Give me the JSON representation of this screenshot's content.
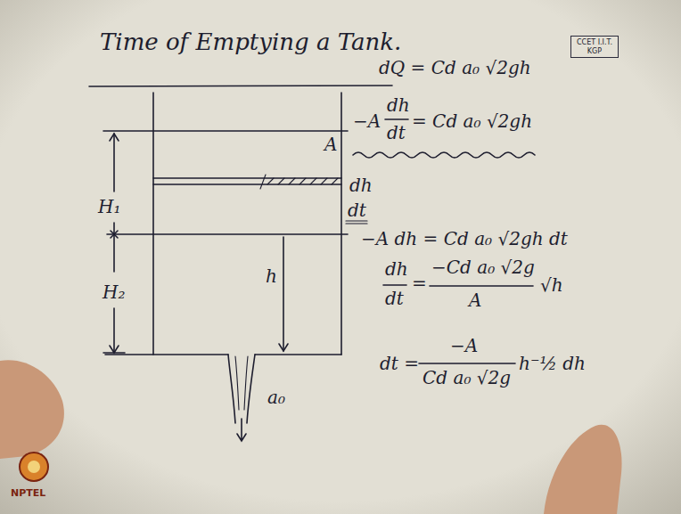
{
  "diagram": {
    "title": "Time of Emptying a Tank.",
    "nodes": [
      {
        "text": [
          "CCET I.I.T. KGP"
        ]
      }
    ],
    "labels": [
      "dQ = Cd a₀ √2gh",
      "A",
      "−A",
      "dh",
      "dt",
      "= Cd a₀ √2gh",
      "dh",
      "dt",
      "H₁",
      "h",
      "−A dh = Cd a₀ √2gh dt",
      "H₂",
      "dh",
      "dt",
      "=",
      "−Cd a₀ √2g",
      "A",
      "√h",
      "a₀",
      "dt =",
      "−A",
      "Cd a₀ √2g",
      "h⁻½ dh",
      "NPTEL"
    ]
  }
}
